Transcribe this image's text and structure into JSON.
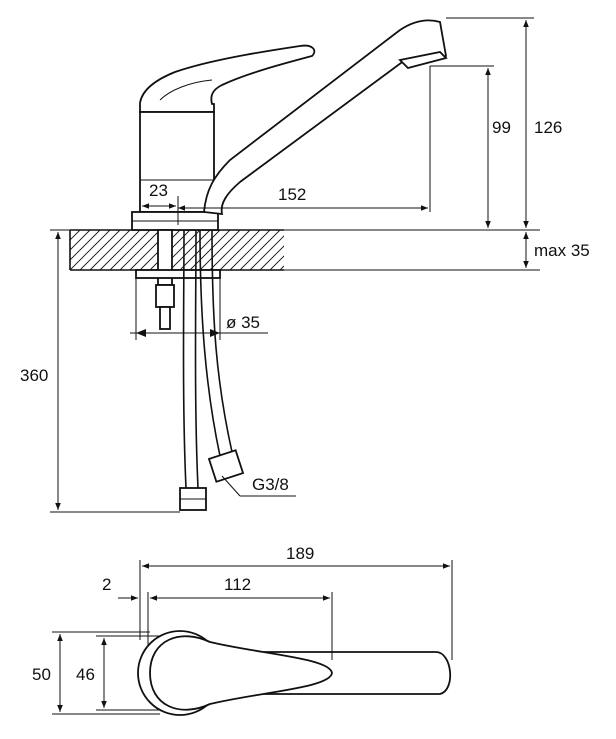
{
  "dimensions": {
    "spout_height": "126",
    "outlet_height": "99",
    "spout_reach": "152",
    "base_offset": "23",
    "max_counter": "max 35",
    "hole_diameter": "ø 35",
    "hose_length": "360",
    "connection": "G3/8",
    "total_length": "189",
    "gap": "2",
    "handle_length": "112",
    "outer_width": "50",
    "inner_width": "46"
  },
  "colors": {
    "ink": "#111111",
    "paper": "#ffffff"
  }
}
